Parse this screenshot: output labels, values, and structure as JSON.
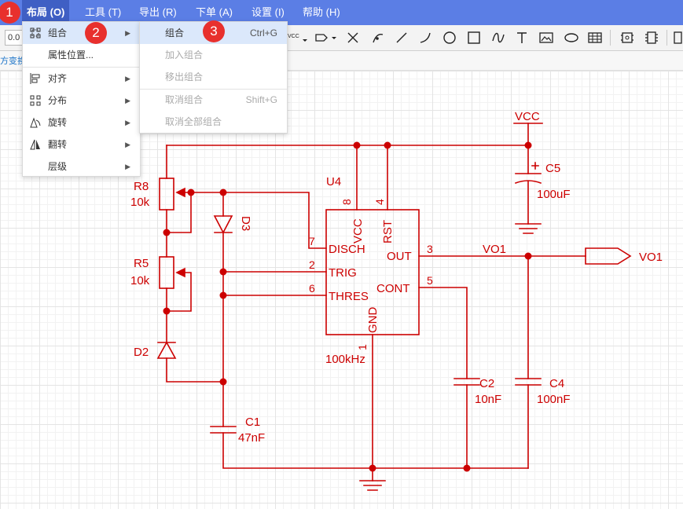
{
  "menubar": {
    "items": [
      "布局 (O)",
      "工具 (T)",
      "导出 (R)",
      "下单 (A)",
      "设置 (I)",
      "帮助 (H)"
    ]
  },
  "toolbar": {
    "zoom_value": "0.0",
    "vcc_label": "VCC"
  },
  "strip": {
    "text": "方变换"
  },
  "layout_menu": {
    "items": [
      "组合",
      "属性位置...",
      "对齐",
      "分布",
      "旋转",
      "翻转",
      "层级"
    ]
  },
  "group_submenu": {
    "items": [
      {
        "label": "组合",
        "shortcut": "Ctrl+G"
      },
      {
        "label": "加入组合",
        "shortcut": ""
      },
      {
        "label": "移出组合",
        "shortcut": ""
      },
      {
        "label": "取消组合",
        "shortcut": "Shift+G"
      },
      {
        "label": "取消全部组合",
        "shortcut": ""
      }
    ]
  },
  "badges": [
    "1",
    "2",
    "3"
  ],
  "schematic": {
    "vcc_label": "VCC",
    "u4_label": "U4",
    "ic_part": "100kHz",
    "pins": {
      "p8_num": "8",
      "p8_name": "VCC",
      "p4_num": "4",
      "p4_name": "RST",
      "p7_num": "7",
      "p7_name": "DISCH",
      "p2_num": "2",
      "p2_name": "TRIG",
      "p6_num": "6",
      "p6_name": "THRES",
      "p3_num": "3",
      "p3_name": "OUT",
      "p5_num": "5",
      "p5_name": "CONT",
      "p1_num": "1",
      "p1_name": "GND"
    },
    "r8": {
      "name": "R8",
      "value": "10k"
    },
    "r5": {
      "name": "R5",
      "value": "10k"
    },
    "d3": {
      "name": "D3"
    },
    "d2": {
      "name": "D2"
    },
    "c1": {
      "name": "C1",
      "value": "47nF"
    },
    "c2": {
      "name": "C2",
      "value": "10nF"
    },
    "c4": {
      "name": "C4",
      "value": "100nF"
    },
    "c5": {
      "name": "C5",
      "value": "100uF"
    },
    "net_vo1": "VO1",
    "port_vo1": "VO1"
  },
  "colors": {
    "menubar": "#5b7ee5",
    "wire": "#cc0000",
    "badge": "#e8302d",
    "highlight": "#dbe8fb"
  }
}
